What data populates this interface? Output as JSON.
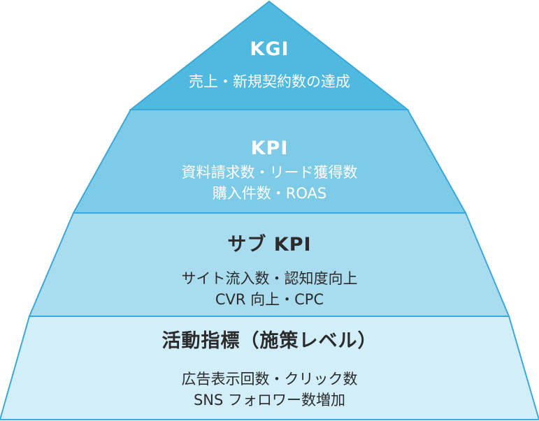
{
  "pyramid": {
    "levels": [
      {
        "title": "KGI",
        "lines": [
          "売上・新規契約数の達成"
        ],
        "fill": "#4fb9e0",
        "text_color": "#ffffff"
      },
      {
        "title": "KPI",
        "lines": [
          "資料請求数・リード獲得数",
          "購入件数・ROAS"
        ],
        "fill": "#7ecbe8",
        "text_color": "#ffffff"
      },
      {
        "title": "サブ KPI",
        "lines": [
          "サイト流入数・認知度向上",
          "CVR 向上・CPC"
        ],
        "fill": "#aadcf0",
        "text_color": "#2b2b2b"
      },
      {
        "title": "活動指標（施策レベル）",
        "lines": [
          "広告表示回数・クリック数",
          "SNS フォロワー数増加"
        ],
        "fill": "#d2eef8",
        "text_color": "#2b2b2b"
      }
    ],
    "stroke_color": "#3aa8d8"
  }
}
